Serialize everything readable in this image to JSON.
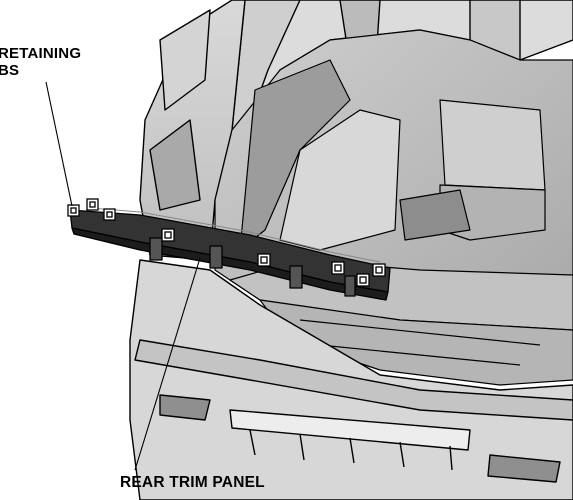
{
  "labels": {
    "clips_line1": "RETAINING",
    "clips_line2": "BS",
    "panel": "REAR TRIM PANEL"
  },
  "colors": {
    "ink": "#000000",
    "body_light": "#e6e6e6",
    "body_mid": "#c9c9c9",
    "body_dark": "#9a9a9a",
    "interior": "#bdbdbd",
    "panel": "#2e2e2e"
  }
}
